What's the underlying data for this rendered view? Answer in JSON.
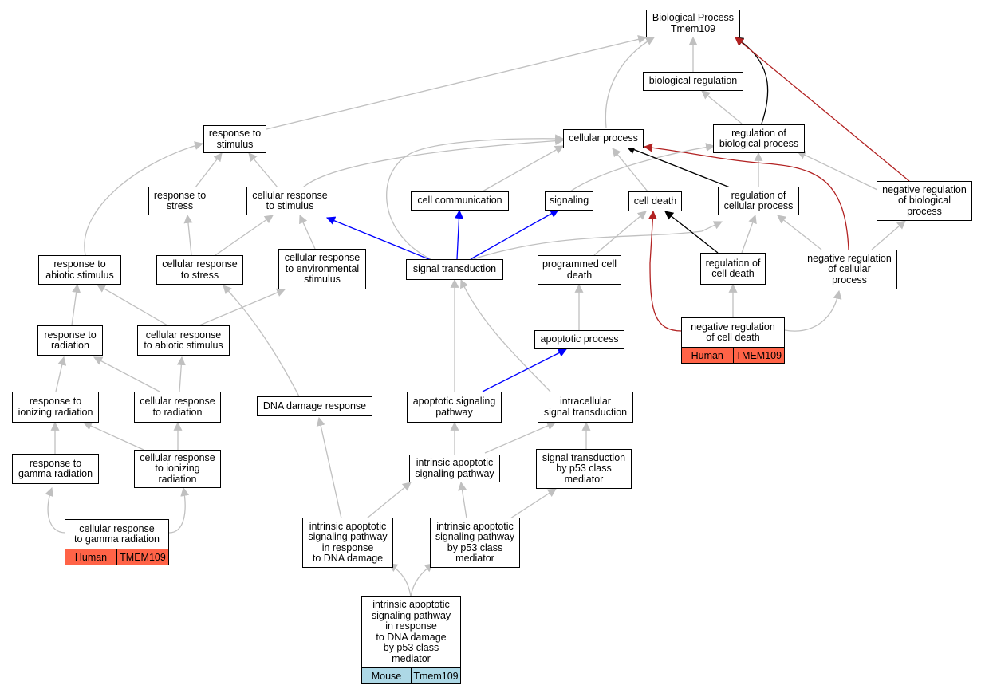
{
  "nodes": {
    "bp_root": "Biological Process\nTmem109",
    "bio_reg": "biological regulation",
    "resp_stim": "response to\nstimulus",
    "cell_proc": "cellular process",
    "reg_bio_proc": "regulation of\nbiological process",
    "resp_stress": "response to\nstress",
    "cell_resp_stim": "cellular response\nto stimulus",
    "cell_comm": "cell communication",
    "signaling": "signaling",
    "cell_death": "cell death",
    "reg_cell_proc": "regulation of\ncellular process",
    "neg_reg_bio_proc": "negative regulation\nof biological\nprocess",
    "resp_abiotic": "response to\nabiotic stimulus",
    "cell_resp_stress": "cellular response\nto stress",
    "cell_resp_env": "cellular response\nto environmental\nstimulus",
    "signal_trans": "signal transduction",
    "prog_cell_death": "programmed cell\ndeath",
    "reg_cell_death": "regulation of\ncell death",
    "neg_reg_cell_proc": "negative regulation\nof cellular\nprocess",
    "resp_rad": "response to\nradiation",
    "cell_resp_abiotic": "cellular response\nto abiotic stimulus",
    "apop_proc": "apoptotic process",
    "neg_reg_cell_death": "negative regulation\nof cell death",
    "resp_ion_rad": "response to\nionizing radiation",
    "cell_resp_rad": "cellular response\nto radiation",
    "dna_damage": "DNA damage response",
    "apop_sig": "apoptotic signaling\npathway",
    "intra_sig": "intracellular\nsignal transduction",
    "resp_gamma": "response to\ngamma radiation",
    "cell_resp_ion_rad": "cellular response\nto ionizing\nradiation",
    "intr_apop_sig": "intrinsic apoptotic\nsignaling pathway",
    "sig_p53": "signal transduction\nby p53 class\nmediator",
    "cell_resp_gamma": "cellular response\nto gamma radiation",
    "intr_apop_dna": "intrinsic apoptotic\nsignaling pathway\nin response\nto DNA damage",
    "intr_apop_p53": "intrinsic apoptotic\nsignaling pathway\nby p53 class\nmediator",
    "intr_apop_dna_p53": "intrinsic apoptotic\nsignaling pathway\nin response\nto DNA damage\nby p53 class\nmediator"
  },
  "annotations": {
    "neg_reg_cell_death": {
      "species": "Human",
      "gene": "TMEM109",
      "color": "#ff6347"
    },
    "cell_resp_gamma": {
      "species": "Human",
      "gene": "TMEM109",
      "color": "#ff6347"
    },
    "intr_apop_dna_p53": {
      "species": "Mouse",
      "gene": "Tmem109",
      "color": "#add8e6"
    }
  },
  "edge_colors": {
    "is_a": "#bebebe",
    "part_of": "#0000ff",
    "regulates": "#000000",
    "negatively_regulates": "#b22222"
  }
}
